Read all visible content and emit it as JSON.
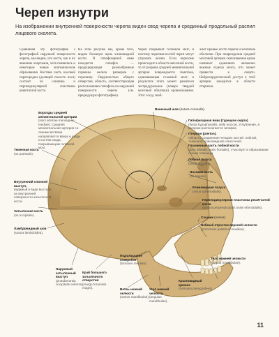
{
  "page": {
    "title": "Череп изнутри",
    "lead": "На изображении внутренней поверхности черепа виден свод черепа и срединный продольный распил лицевого скелета.",
    "page_number": "11"
  },
  "columns": [
    "Сравнивая эту фотографию с фотографией наружной поверхности черепа, мы видим, что кости, как и их внешние очертания, хотя появились и некоторые новые анатомические образования. Костная часть носовой перегородки (делящей полость носа) состоит из сошника и перпендикулярной пластинки решетчатой кости.",
    "На этом рисунке мы, кроме того, видим большую щель клиновидной кости. В гипофизарной ямке находится гипофиз — продуцирующая разнообразные гормоны железа размером с горошину. Окружностью общего отверстия, область, соответствующая расположению гипофиза на наружной поверхности черепа (см. предыдущую фотографию).",
    "Череп покрывает головной мозг, и поэтому черепная костей череп могут утрожать жизни. Если переломе происходит в области височной кости, то от разрыва средней менингеальной артерии повреждается гематома, сдавливающая головной мозг; в результате этого может развиться экстрадуральное (поверх твердой мозговой оболочки) кровоизлияние. Этот сосуд снаб-",
    "жает кровью кости черепа и мозговые оболочки. При повреждении средней мозговой артерии скапливаемая кровь начинает сдавливать жизненно важные отделы мозга, что может привести к смерти. Нейрохирургический доступ к этой артерии находится в области птериона."
  ],
  "labels_left": {
    "vessel_grooves": "Борозды средней менингеальной артерии",
    "vessel_grooves_desc": "(sulci arteriae meningeae mediae). Средняя менингеальная артерия со своими ветвями направляется вверх и кзади к костям свода, покрывающим головной мозг.",
    "parietal": "Теменная кость",
    "parietal_desc": "(os parietale).",
    "int_occ_prot": "Внутренний спинной выступ,",
    "int_occ_prot_desc": "видимый в виде выступа на внутренней поверхности затылочной кости.",
    "occipital": "Затылочная кость",
    "occipital_desc": "(os occipitale).",
    "lambdoid": "Ламбдовидный шов",
    "lambdoid_desc": "(sutura lambdoidea)."
  },
  "labels_top": {
    "coronal": "Венечный шов",
    "coronal_desc": "(sutura coronalis)."
  },
  "labels_right": {
    "pit_fossa": "Гипофизарная ямка (турецкое седло)",
    "pit_fossa_desc": "(fossa hypophysialis, sella turcica). Углубление, в котором располагается гипофиз.",
    "pterion": "Птерион (pterion).",
    "pterion_desc": "Область соединения четырёх костей: лобной, теменной, клиновидной и височной.",
    "orbital": "Глазничная часть лобной кости",
    "orbital_desc": "(pars orbitalis ossis frontalis). Участвует в образовании стенки глазницы.",
    "frontal": "Лобная пазуха",
    "frontal_desc": "(sinus frontalis).",
    "nasal": "Носовая кость",
    "nasal_desc": "(os nasale).",
    "sphenoid": "Клиновидная пазуха",
    "sphenoid_desc": "(sinus sphenoidalis).",
    "perp_plate": "Перпендикулярная пластинка решётчатой кости",
    "perp_plate_desc": "(lamina perpendicularis ossis ethmoidalis).",
    "vomer": "Сошник",
    "vomer_desc": "(vomer).",
    "palatine": "Небный отросток верхней челюсти",
    "palatine_desc": "(processus palatinus maxillae).",
    "mandible": "Тело нижней челюсти",
    "mandible_desc": "(corpus mandibulae)."
  },
  "labels_bottom": {
    "ext_occ": "Наружный затылочный выступ",
    "ext_occ_desc": "(protuberantia occipitalis externa).",
    "fm_edge": "Край большого затылочного отверстия",
    "fm_edge_desc": "(margo foraminis magni).",
    "hypoglossal": "Подъязычное отверстие",
    "hypoglossal_desc": "(foramen mentale).",
    "ramus": "Ветвь нижней челюсти",
    "ramus_desc": "(ramus mandibulae).",
    "angle": "Угол нижней челюсти",
    "angle_desc": "(angulus mandibulae).",
    "hamulus": "Крыловидный крючок",
    "hamulus_desc": "(hamulus pterygoideus)."
  }
}
